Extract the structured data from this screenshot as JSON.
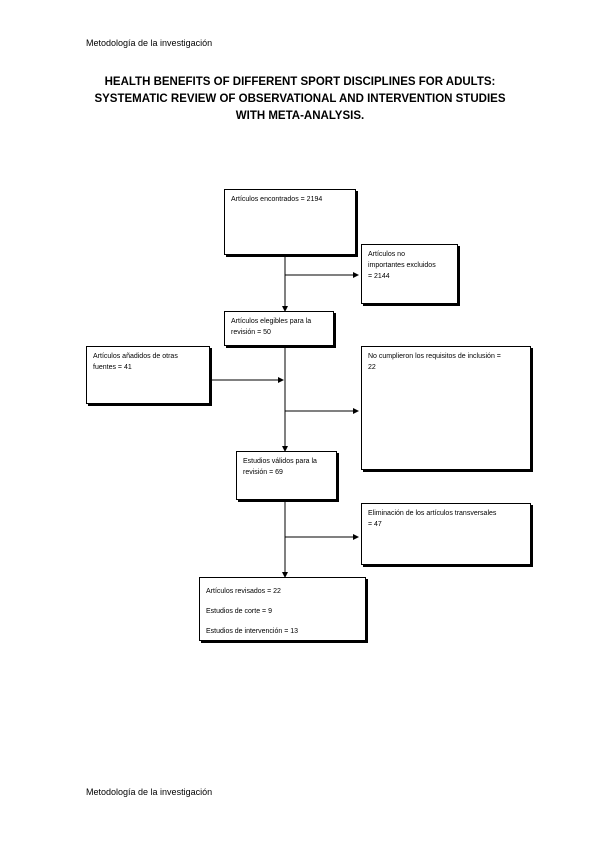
{
  "header": "Metodología de la investigación",
  "footer": "Metodología de la investigación",
  "title": [
    "HEALTH BENEFITS OF DIFFERENT SPORT DISCIPLINES FOR ADULTS:",
    "SYSTEMATIC REVIEW OF OBSERVATIONAL AND INTERVENTION STUDIES",
    "WITH META-ANALYSIS."
  ],
  "flow": {
    "found": "Artículos encontrados = 2194",
    "excluded": [
      "Artículos no",
      "importantes excluidos",
      "= 2144"
    ],
    "eligible": [
      "Artículos elegibles para la",
      "revisión = 50"
    ],
    "added": [
      "Artículos añadidos de otras",
      "fuentes = 41"
    ],
    "not_meeting": [
      "No cumplieron los requisitos de inclusión =",
      "22"
    ],
    "valid": [
      "Estudios válidos para la",
      "revisión = 69"
    ],
    "eliminated": [
      "Eliminación de los artículos transversales",
      "= 47"
    ],
    "reviewed": [
      "Artículos revisados = 22",
      "Estudios de corte = 9",
      "Estudios de intervención = 13"
    ]
  }
}
